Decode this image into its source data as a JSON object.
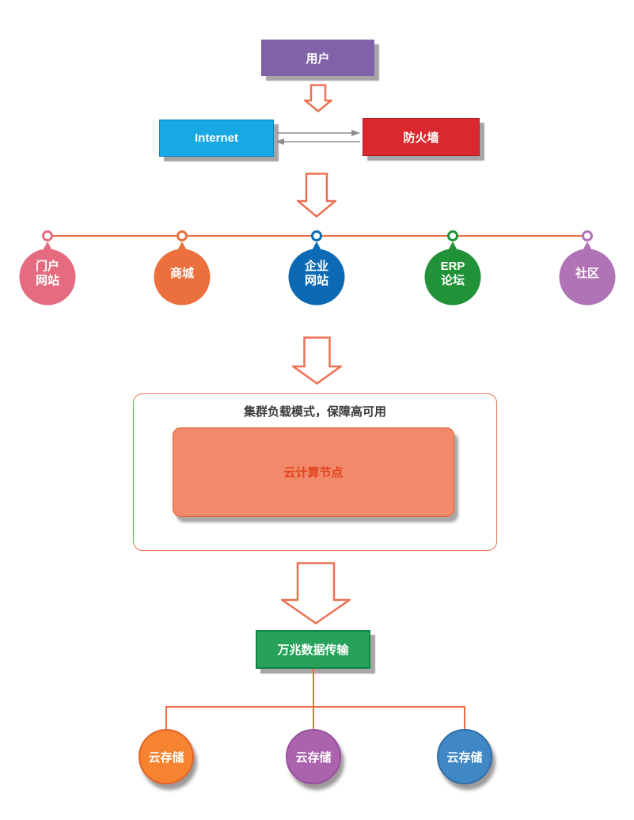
{
  "page_bg": "#ffffff",
  "colors": {
    "arrow_outline": "#ED7053",
    "connector": "#ED6C3F",
    "exchange_arrow": "#8C8C8C",
    "shadow": "#a9a5a7"
  },
  "user_box": {
    "label": "用户",
    "bg": "#7F62A8",
    "border": "#6E4F96"
  },
  "internet_box": {
    "label": "Internet",
    "bg": "#18A9E4",
    "border": "#0D86C0"
  },
  "firewall_box": {
    "label": "防火墙",
    "bg": "#D9292E",
    "border": "#B01E24"
  },
  "sites": [
    {
      "name": "portal",
      "label": "门户网站",
      "line1": "门户",
      "line2": "网站",
      "color": "#E56B80"
    },
    {
      "name": "mall",
      "label": "商城",
      "line1": "商城",
      "line2": "",
      "color": "#EB703D"
    },
    {
      "name": "enterprise",
      "label": "企业网站",
      "line1": "企业",
      "line2": "网站",
      "color": "#0C6AB4"
    },
    {
      "name": "erp",
      "label": "ERP论坛",
      "line1": "ERP",
      "line2": "论坛",
      "color": "#219237"
    },
    {
      "name": "community",
      "label": "社区",
      "line1": "社区",
      "line2": "",
      "color": "#AF73B6"
    }
  ],
  "cluster": {
    "title": "集群负载模式，保障高可用",
    "node_label": "云计算节点",
    "node_bg": "#F1896A",
    "node_text_color": "#E2451F",
    "border_color": "#ED7053"
  },
  "transfer_box": {
    "label": "万兆数据传输",
    "bg": "#27A25A",
    "border": "#0E8445"
  },
  "storage": [
    {
      "label": "云存储",
      "color": "#F5832F",
      "border": "#E4622B"
    },
    {
      "label": "云存储",
      "color": "#AC63AE",
      "border": "#96509C"
    },
    {
      "label": "云存储",
      "color": "#3F87C5",
      "border": "#2F6FA8"
    }
  ]
}
